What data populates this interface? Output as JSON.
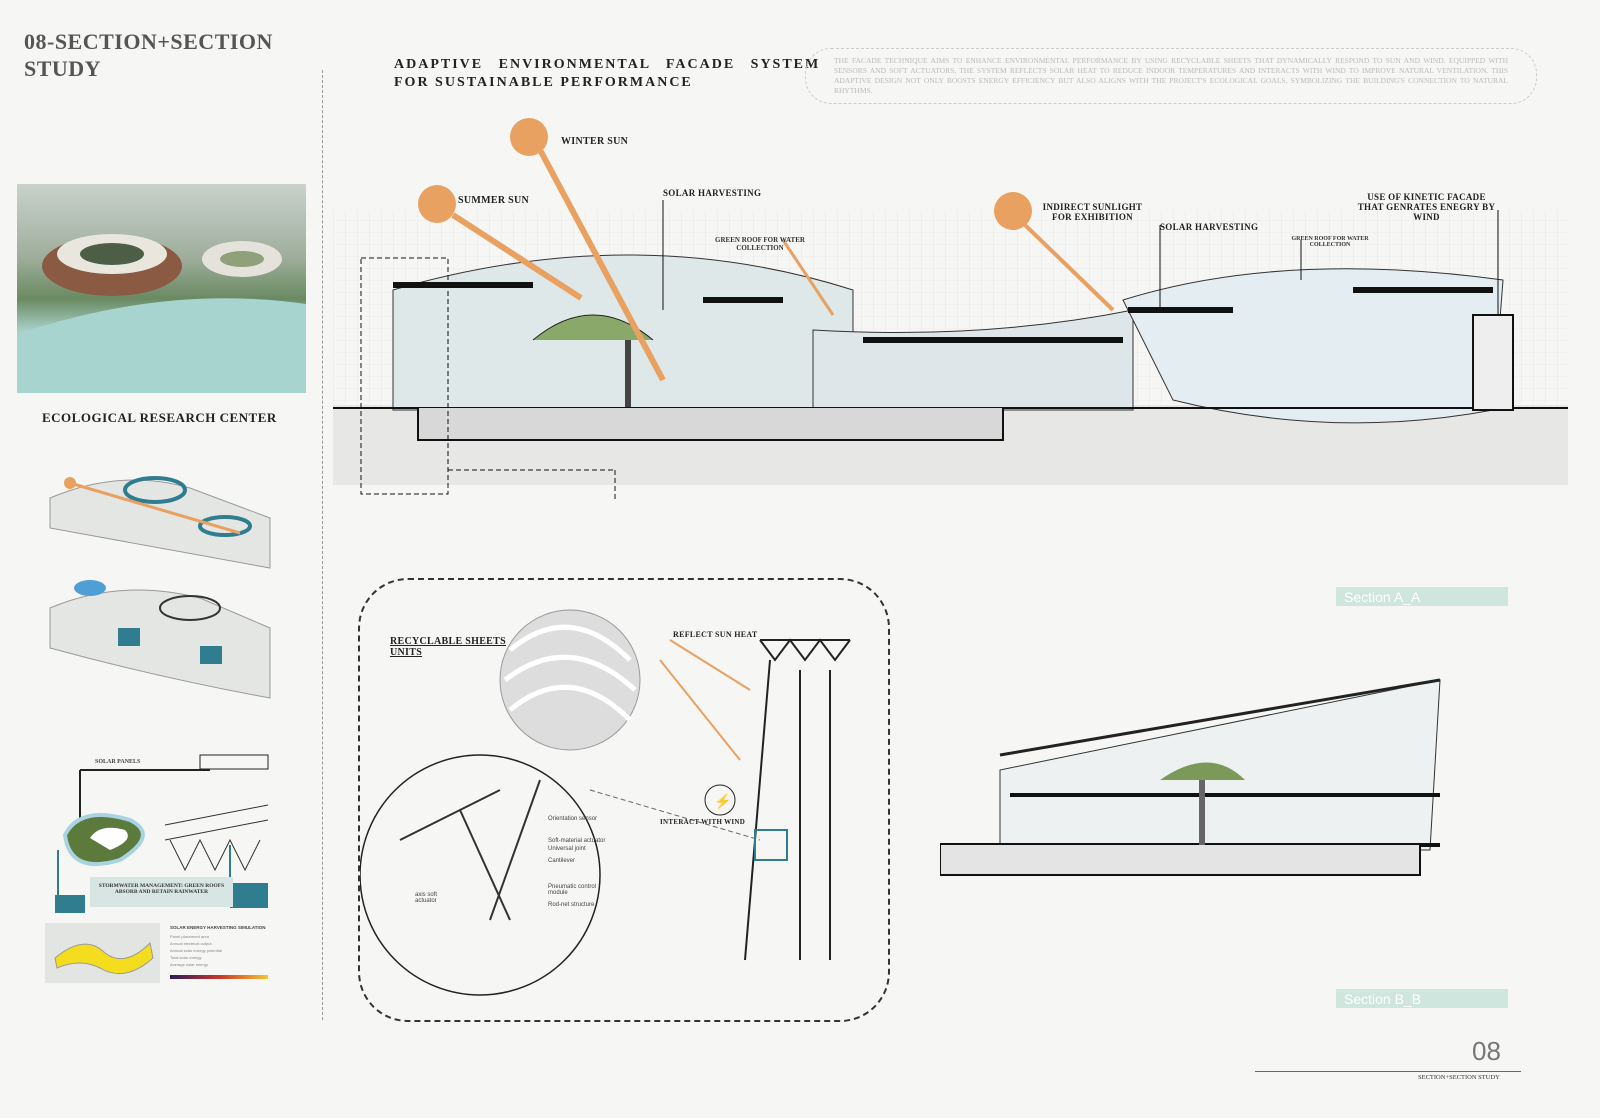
{
  "board": {
    "title_line1": "08-SECTION+SECTION",
    "title_line2": "STUDY",
    "project_caption": "ECOLOGICAL RESEARCH CENTER",
    "page_number": "08",
    "page_subtitle": "SECTION+SECTION STUDY"
  },
  "main": {
    "title_line1": "ADAPTIVE ENVIRONMENTAL FACADE SYSTEM",
    "title_line2": "FOR SUSTAINABLE PERFORMANCE",
    "description": "THE FACADE TECHNIQUE AIMS TO ENHANCE ENVIRONMENTAL PERFORMANCE BY USING RECYCLABLE SHEETS THAT DYNAMICALLY RESPOND TO SUN AND WIND. EQUIPPED WITH SENSORS AND SOFT ACTUATORS, THE SYSTEM REFLECTS SOLAR HEAT TO REDUCE INDOOR TEMPERATURES AND INTERACTS WITH WIND TO IMPROVE NATURAL VENTILATION. THIS ADAPTIVE DESIGN NOT ONLY BOOSTS ENERGY EFFICIENCY BUT ALSO ALIGNS WITH THE PROJECT'S ECOLOGICAL GOALS, SYMBOLIZING THE BUILDING'S CONNECTION TO NATURAL RHYTHMS."
  },
  "section_a": {
    "label": "Section A_A",
    "annotations": {
      "winter_sun": "WINTER SUN",
      "summer_sun": "SUMMER SUN",
      "solar_harvesting_1": "SOLAR HARVESTING",
      "green_roof_1": "GREEN ROOF FOR WATER COLLECTION",
      "indirect_sunlight": "INDIRECT SUNLIGHT FOR EXHIBITION",
      "solar_harvesting_2": "SOLAR HARVESTING",
      "green_roof_2": "GREEN ROOF FOR WATER COLLECTION",
      "kinetic_facade": "USE OF KINETIC FACADE THAT GENRATES ENEGRY BY WIND"
    }
  },
  "section_b": {
    "label": "Section B_B"
  },
  "detail": {
    "recyclable_sheets": "RECYCLABLE SHEETS UNITS",
    "reflect_sun_heat": "REFLECT SUN HEAT",
    "interact_with_wind": "INTERACT WITH WIND",
    "components": [
      "Orientation sensor",
      "Soft-material actuator",
      "Universal joint",
      "Cantilever",
      "Pneumatic control module",
      "Rod-net structure"
    ],
    "axis_label": "axis soft actuator"
  },
  "left_diagrams": {
    "solar_panels": "SOLAR PANELS",
    "stormwater": "STORMWATER MANAGEMENT: GREEN ROOFS ABSORB AND RETAIN RAINWATER",
    "simulation_title": "SOLAR ENERGY HARVESTING SIMULATION",
    "simulation_rows": [
      "Panel placement area",
      "Annual electrical output",
      "Annual solar energy potential",
      "Total solar energy",
      "Average solar energy"
    ]
  },
  "colors": {
    "sun": "#e8a160",
    "teal": "#2f7d8f",
    "section_label": "#cfe6de"
  }
}
